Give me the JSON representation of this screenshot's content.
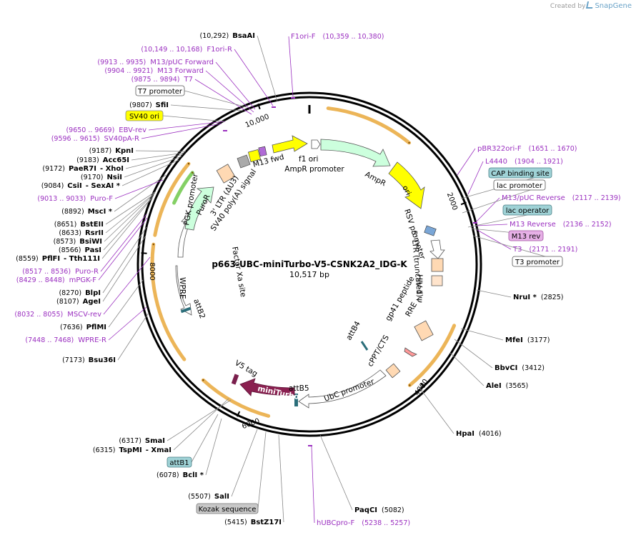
{
  "title": "p663-UBC-miniTurbo-V5-CSNK2A2_IDG-K",
  "length": "10,517 bp",
  "brand": {
    "prefix": "Created by",
    "name": "SnapGene"
  },
  "total_bp": 10517,
  "ticks": [
    {
      "pos": 2000,
      "label": "2000"
    },
    {
      "pos": 4000,
      "label": "4000"
    },
    {
      "pos": 6000,
      "label": "6000"
    },
    {
      "pos": 8000,
      "label": "8000"
    },
    {
      "pos": 10000,
      "label": "10,000"
    }
  ],
  "colors": {
    "feature_outline": "#555555",
    "label_purple": "#9b30c0",
    "text": "#000000",
    "orf_orange": "#e39a1a",
    "backbone": "#000000"
  },
  "enzymes": [
    {
      "name": "BsaAI",
      "pos": "(10,292)"
    },
    {
      "name": "SfiI",
      "pos": "(9807)"
    },
    {
      "name": "KpnI",
      "pos": "(9187)"
    },
    {
      "name": "Acc65I",
      "pos": "(9183)"
    },
    {
      "name": "PaeR7I",
      "pos": "(9172)",
      "extra": "- XhoI"
    },
    {
      "name": "NsiI",
      "pos": "(9170)"
    },
    {
      "name": "CsiI",
      "pos": "(9084)",
      "extra": "- SexAI *"
    },
    {
      "name": "MscI *",
      "pos": "(8892)"
    },
    {
      "name": "BstEII",
      "pos": "(8651)"
    },
    {
      "name": "RsrII",
      "pos": "(8633)"
    },
    {
      "name": "BsiWI",
      "pos": "(8573)"
    },
    {
      "name": "PasI",
      "pos": "(8566)"
    },
    {
      "name": "PflFI",
      "pos": "(8559)",
      "extra": "- Tth111I"
    },
    {
      "name": "BlpI",
      "pos": "(8270)"
    },
    {
      "name": "AgeI",
      "pos": "(8107)"
    },
    {
      "name": "PflMI",
      "pos": "(7636)"
    },
    {
      "name": "Bsu36I",
      "pos": "(7173)"
    },
    {
      "name": "SmaI",
      "pos": "(6317)"
    },
    {
      "name": "TspMI",
      "pos": "(6315)",
      "extra": "- XmaI"
    },
    {
      "name": "BclI *",
      "pos": "(6078)"
    },
    {
      "name": "SalI",
      "pos": "(5507)"
    },
    {
      "name": "BstZ17I",
      "pos": "(5415)"
    },
    {
      "name": "PaqCI",
      "pos": "(5082)"
    },
    {
      "name": "HpaI",
      "pos": "(4016)"
    },
    {
      "name": "AleI",
      "pos": "(3565)"
    },
    {
      "name": "BbvCI",
      "pos": "(3412)"
    },
    {
      "name": "MfeI",
      "pos": "(3177)"
    },
    {
      "name": "NruI *",
      "pos": "(2825)"
    }
  ],
  "primers": [
    {
      "name": "F1ori-F",
      "range": "(10,359 .. 10,380)"
    },
    {
      "name": "F1ori-R",
      "range": "(10,149 .. 10,168)"
    },
    {
      "name": "M13/pUC Forward",
      "range": "(9913 .. 9935)"
    },
    {
      "name": "M13 Forward",
      "range": "(9904 .. 9921)"
    },
    {
      "name": "T7",
      "range": "(9875 .. 9894)"
    },
    {
      "name": "EBV-rev",
      "range": "(9650 .. 9669)"
    },
    {
      "name": "SV40pA-R",
      "range": "(9596 .. 9615)"
    },
    {
      "name": "Puro-F",
      "range": "(9013 .. 9033)"
    },
    {
      "name": "Puro-R",
      "range": "(8517 .. 8536)"
    },
    {
      "name": "mPGK-F",
      "range": "(8429 .. 8448)"
    },
    {
      "name": "MSCV-rev",
      "range": "(8032 .. 8055)"
    },
    {
      "name": "WPRE-R",
      "range": "(7448 .. 7468)"
    },
    {
      "name": "pBR322ori-F",
      "range": "(1651 .. 1670)"
    },
    {
      "name": "L4440",
      "range": "(1904 .. 1921)"
    },
    {
      "name": "M13/pUC Reverse",
      "range": "(2117 .. 2139)"
    },
    {
      "name": "M13 Reverse",
      "range": "(2136 .. 2152)"
    },
    {
      "name": "T3",
      "range": "(2171 .. 2191)"
    },
    {
      "name": "hUBCpro-F",
      "range": "(5238 .. 5257)"
    }
  ],
  "boxed_labels": [
    {
      "name": "T7 promoter",
      "style": "white"
    },
    {
      "name": "SV40 ori",
      "style": "yellow"
    },
    {
      "name": "CAP binding site",
      "style": "teal"
    },
    {
      "name": "lac promoter",
      "style": "white"
    },
    {
      "name": "lac operator",
      "style": "teal"
    },
    {
      "name": "M13 rev",
      "style": "pink"
    },
    {
      "name": "T3 promoter",
      "style": "white"
    },
    {
      "name": "attB1",
      "style": "teal"
    },
    {
      "name": "Kozak sequence",
      "style": "gray"
    }
  ],
  "features": [
    {
      "name": "f1 ori",
      "color": "#ffff00"
    },
    {
      "name": "AmpR promoter",
      "color": "#ffffff"
    },
    {
      "name": "AmpR",
      "color": "#ccffdd"
    },
    {
      "name": "ori",
      "color": "#ffff00"
    },
    {
      "name": "RSV promoter",
      "color": "#ffffff"
    },
    {
      "name": "5' LTR (truncated)",
      "color": "#ffd9b3"
    },
    {
      "name": "HIV-1 Ψ",
      "color": "#ffe4cc"
    },
    {
      "name": "RRE",
      "color": "#ffd9b3"
    },
    {
      "name": "gp41 peptide",
      "color": "#ff9999"
    },
    {
      "name": "cPPT/CTS",
      "color": "#ffd9b3"
    },
    {
      "name": "attB4",
      "color": "#8fd3e8"
    },
    {
      "name": "UbC promoter",
      "color": "#ffffff"
    },
    {
      "name": "attB5",
      "color": "#2b6e7a"
    },
    {
      "name": "miniTurbo",
      "color": "#8a2050"
    },
    {
      "name": "V5 tag",
      "color": "#7a1f4d"
    },
    {
      "name": "attB2",
      "color": "#2b6e7a"
    },
    {
      "name": "WPRE",
      "color": "#ffffff"
    },
    {
      "name": "PGK promoter",
      "color": "#ffffff"
    },
    {
      "name": "PuroR",
      "color": "#ccffdd"
    },
    {
      "name": "Factor Xa site",
      "color": "#ffffff"
    },
    {
      "name": "3' LTR (ΔU3)",
      "color": "#ffd9b3"
    },
    {
      "name": "SV40 poly(A) signal",
      "color": "#ffffff"
    },
    {
      "name": "M13 fwd",
      "color": "#ffffff"
    }
  ]
}
